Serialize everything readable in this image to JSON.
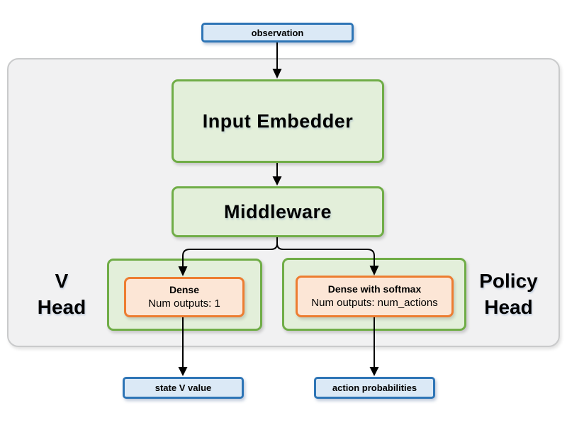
{
  "nodes": {
    "observation": {
      "label": "observation"
    },
    "input_embedder": {
      "label": "Input Embedder"
    },
    "middleware": {
      "label": "Middleware"
    },
    "v_head": {
      "line1": "V",
      "line2": "Head"
    },
    "policy_head": {
      "line1": "Policy",
      "line2": "Head"
    },
    "v_dense": {
      "title": "Dense",
      "subtitle": "Num outputs: 1"
    },
    "policy_dense": {
      "title": "Dense with softmax",
      "subtitle": "Num outputs: num_actions"
    },
    "state_v_value": {
      "label": "state V value"
    },
    "action_probabilities": {
      "label": "action probabilities"
    }
  },
  "colors": {
    "blue_border": "#2e75b6",
    "blue_fill": "#dbe9f6",
    "green_border": "#70ad47",
    "green_fill": "#e3efda",
    "orange_border": "#ed7d31",
    "orange_fill": "#fce6d6",
    "container_fill": "#f1f1f2",
    "container_border": "#c9cacb",
    "arrow": "#000000"
  }
}
